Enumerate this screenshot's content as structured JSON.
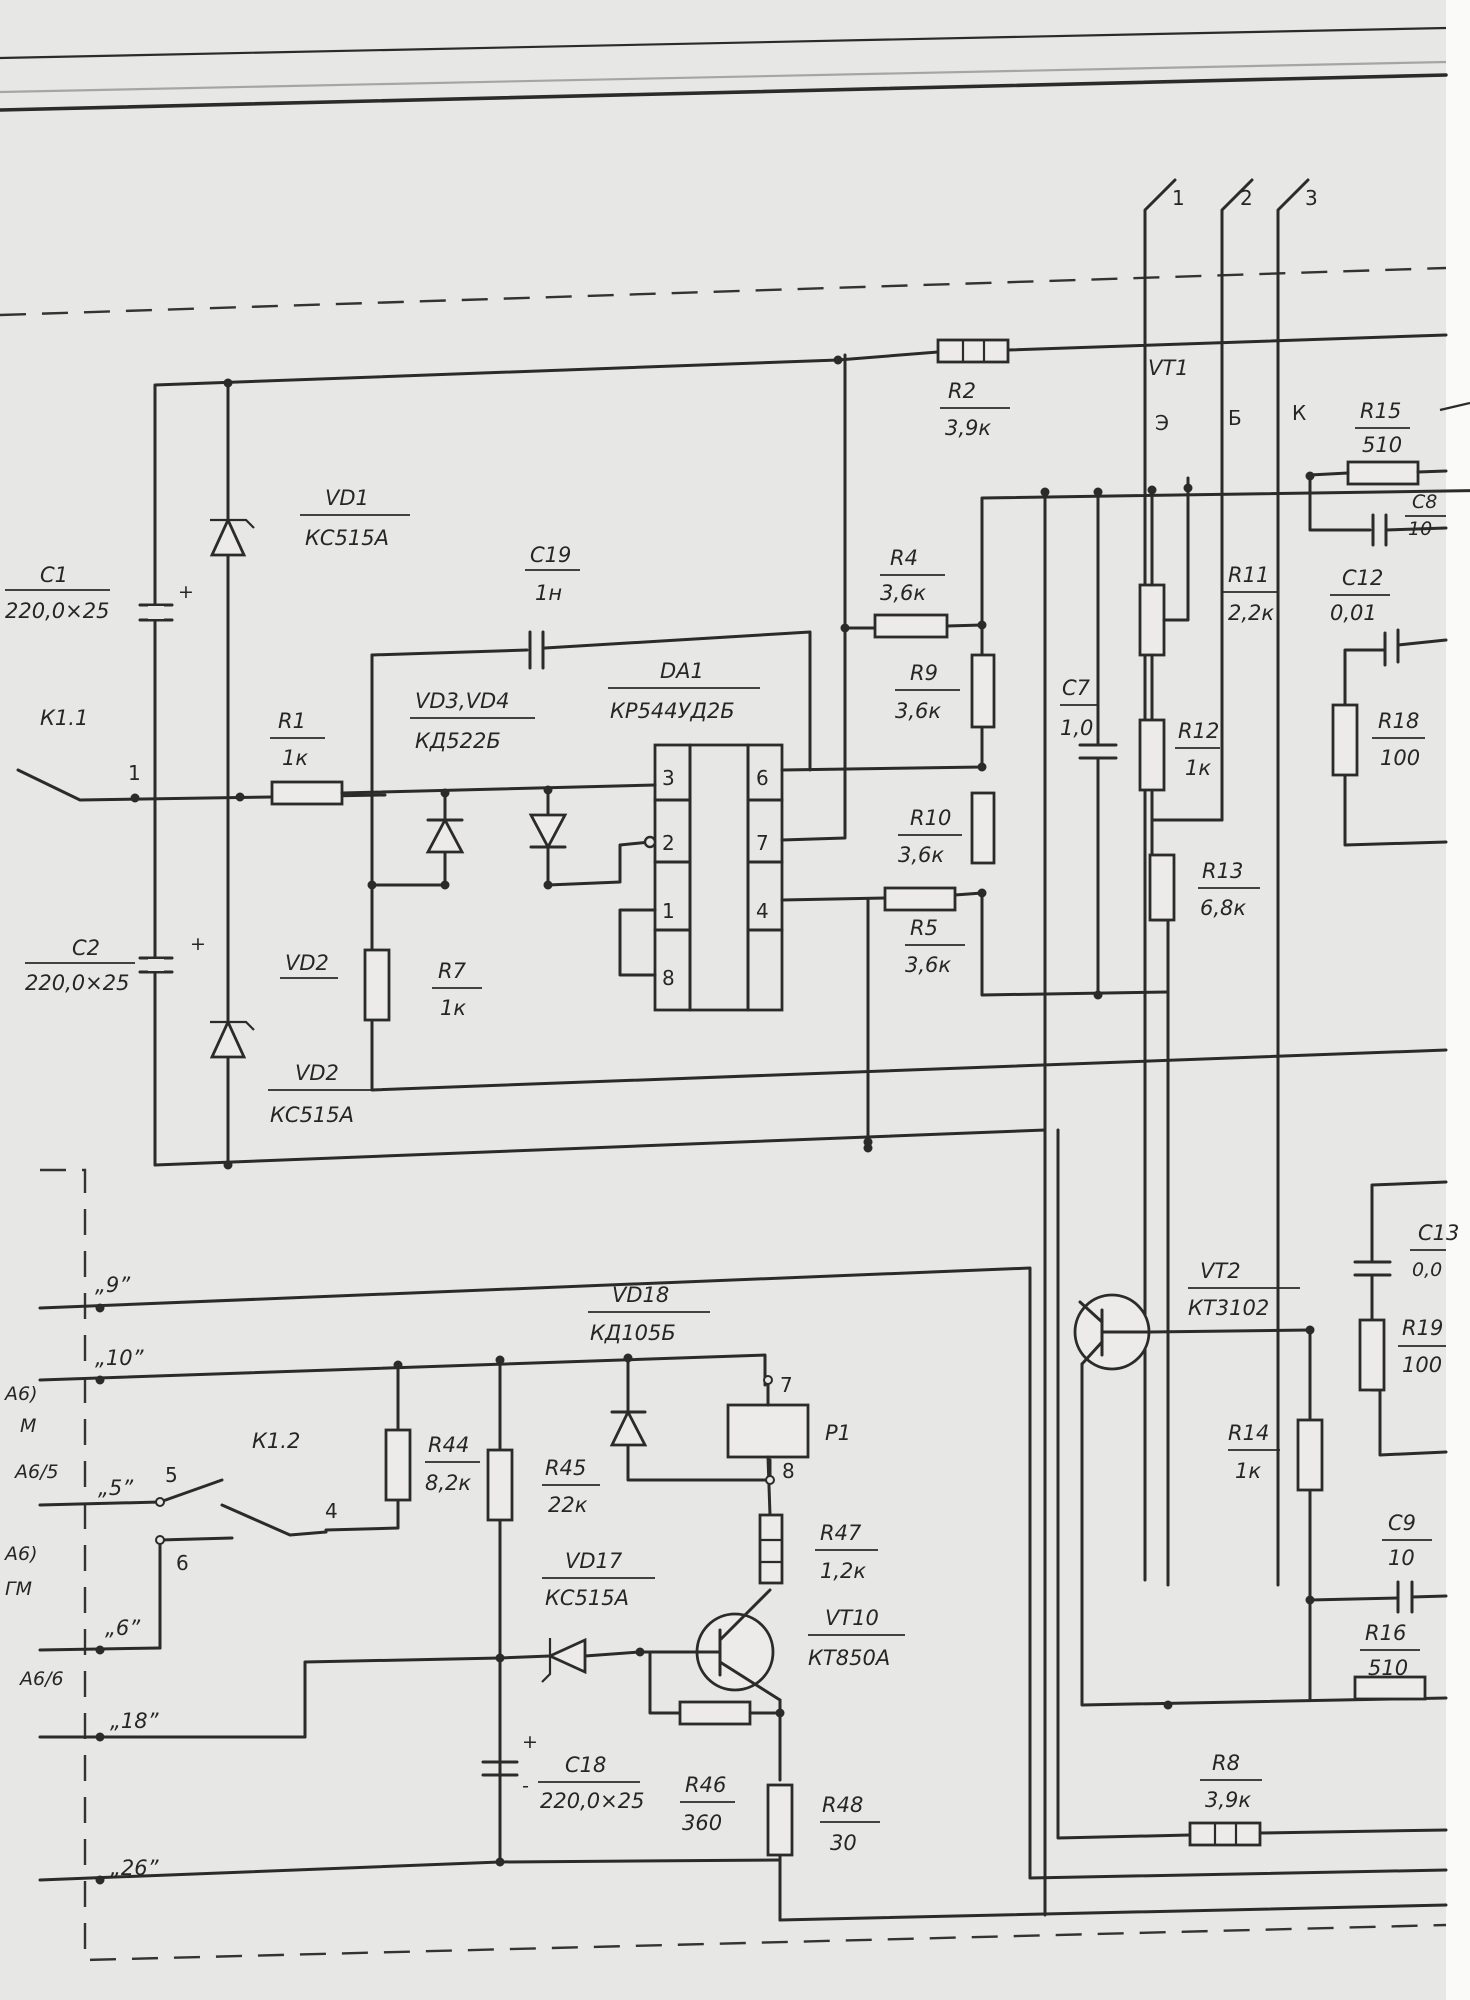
{
  "diagram": {
    "components": [
      {
        "ref": "VD1",
        "value": "КС515А"
      },
      {
        "ref": "C1",
        "value": "220,0×25"
      },
      {
        "ref": "C2",
        "value": "220,0×25"
      },
      {
        "ref": "VD2",
        "alt": "VD2",
        "value": "КС515А"
      },
      {
        "ref": "C19",
        "value": "1н"
      },
      {
        "ref": "VD3,VD4",
        "value": "КД522Б"
      },
      {
        "ref": "DA1",
        "value": "КР544УД2Б"
      },
      {
        "ref": "R1",
        "value": "1к"
      },
      {
        "ref": "R7",
        "value": "1к"
      },
      {
        "ref": "R2",
        "value": "3,9к"
      },
      {
        "ref": "R4",
        "value": "3,6к"
      },
      {
        "ref": "R9",
        "value": "3,6к"
      },
      {
        "ref": "R10",
        "value": "3,6к"
      },
      {
        "ref": "R5",
        "value": "3,6к"
      },
      {
        "ref": "C7",
        "value": "1,0"
      },
      {
        "ref": "VT1"
      },
      {
        "ref": "R11",
        "value": "2,2к"
      },
      {
        "ref": "R12",
        "value": "1к"
      },
      {
        "ref": "R13",
        "value": "6,8к"
      },
      {
        "ref": "R15",
        "value": "510"
      },
      {
        "ref": "C8",
        "value": "10"
      },
      {
        "ref": "C12",
        "value": "0,01"
      },
      {
        "ref": "R18",
        "value": "100"
      },
      {
        "ref": "VT2",
        "value": "КТ3102"
      },
      {
        "ref": "C13",
        "value": "0,0"
      },
      {
        "ref": "R19",
        "value": "100"
      },
      {
        "ref": "R14",
        "value": "1к"
      },
      {
        "ref": "C9",
        "value": "10"
      },
      {
        "ref": "R16",
        "value": "510"
      },
      {
        "ref": "R8",
        "value": "3,9к"
      },
      {
        "ref": "VD18",
        "value": "КД105Б"
      },
      {
        "ref": "P1"
      },
      {
        "ref": "R44",
        "value": "8,2к"
      },
      {
        "ref": "R45",
        "value": "22к"
      },
      {
        "ref": "R47",
        "value": "1,2к"
      },
      {
        "ref": "VD17",
        "value": "КС515А"
      },
      {
        "ref": "VT10",
        "value": "КТ850А"
      },
      {
        "ref": "C18",
        "value": "220,0×25"
      },
      {
        "ref": "R46",
        "value": "360"
      },
      {
        "ref": "R48",
        "value": "30"
      }
    ],
    "contacts": {
      "k11": "К1.1",
      "k12": "К1.2"
    },
    "vt1_pins": {
      "e": "Э",
      "b": "Б",
      "k": "К"
    },
    "bus_numbers": [
      "1",
      "2",
      "3"
    ],
    "da1_pins": [
      "3",
      "2",
      "1",
      "8",
      "6",
      "7",
      "4"
    ],
    "node_numbers": {
      "n1": "1",
      "n4": "4",
      "n5": "5",
      "n6": "6",
      "p7": "7",
      "p8": "8"
    },
    "connectors": [
      "„9”",
      "„10”",
      "„5”",
      "„6”",
      "„18”",
      "„26”"
    ],
    "edge_fragments": [
      "А6)",
      "М",
      "А6/5",
      "А6)",
      "ГМ",
      "А6/6"
    ]
  }
}
